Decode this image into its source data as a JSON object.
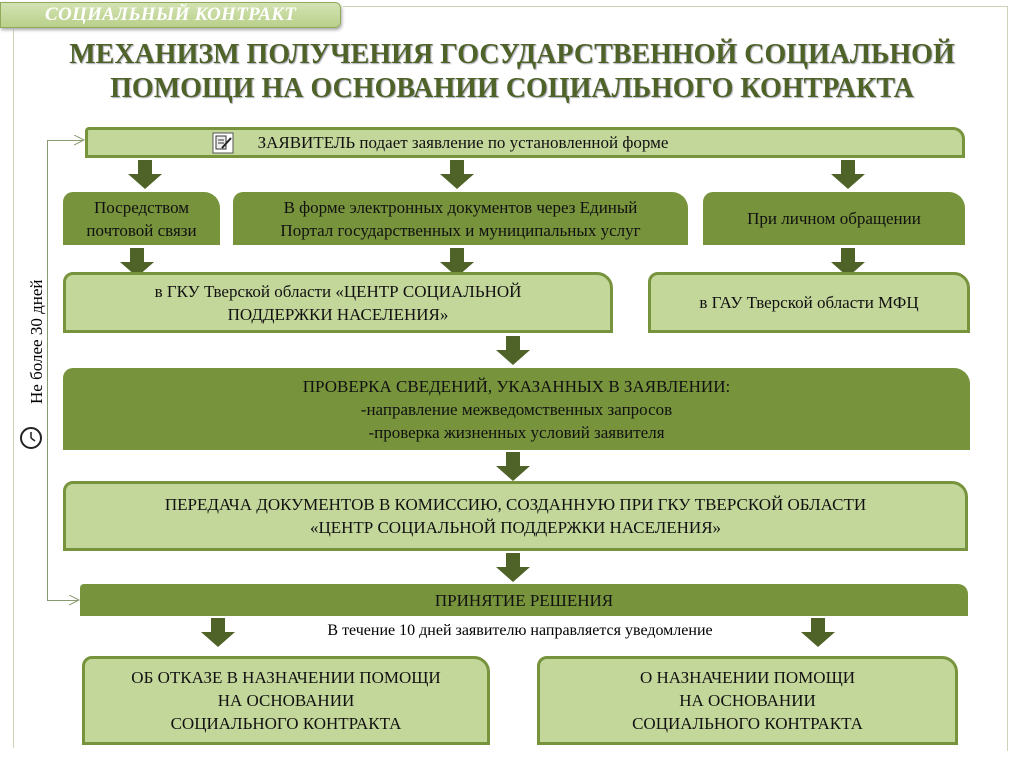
{
  "tab": "СОЦИАЛЬНЫЙ КОНТРАКТ",
  "title": {
    "line1": "МЕХАНИЗМ ПОЛУЧЕНИЯ ГОСУДАРСТВЕННОЙ СОЦИАЛЬНОЙ",
    "line2": "ПОМОЩИ НА ОСНОВАНИИ СОЦИАЛЬНОГО КОНТРАКТА"
  },
  "applicant": "ЗАЯВИТЕЛЬ подает заявление по установленной форме",
  "channels": [
    {
      "l1": "Посредством",
      "l2": "почтовой связи"
    },
    {
      "l1": "В форме электронных документов через Единый",
      "l2": "Портал государственных и муниципальных услуг"
    },
    {
      "l1": "При личном обращении",
      "l2": ""
    }
  ],
  "receivers": [
    {
      "l1": "в ГКУ Тверской области «ЦЕНТР СОЦИАЛЬНОЙ",
      "l2": "ПОДДЕРЖКИ НАСЕЛЕНИЯ»"
    },
    {
      "l1": "в ГАУ Тверской области МФЦ",
      "l2": ""
    }
  ],
  "check": {
    "l1": "ПРОВЕРКА СВЕДЕНИЙ, УКАЗАННЫХ В ЗАЯВЛЕНИИ:",
    "l2": "-направление межведомственных запросов",
    "l3": "-проверка жизненных условий заявителя"
  },
  "transfer": {
    "l1": "ПЕРЕДАЧА ДОКУМЕНТОВ В КОМИССИЮ, СОЗДАННУЮ ПРИ ГКУ ТВЕРСКОЙ ОБЛАСТИ",
    "l2": "«ЦЕНТР СОЦИАЛЬНОЙ ПОДДЕРЖКИ НАСЕЛЕНИЯ»"
  },
  "decision": "ПРИНЯТИЕ РЕШЕНИЯ",
  "notice": "В течение 10 дней заявителю направляется уведомление",
  "outcomes": [
    {
      "l1": "ОБ ОТКАЗЕ В НАЗНАЧЕНИИ ПОМОЩИ",
      "l2": "НА ОСНОВАНИИ",
      "l3": "СОЦИАЛЬНОГО КОНТРАКТА"
    },
    {
      "l1": "О НАЗНАЧЕНИИ ПОМОЩИ",
      "l2": "НА ОСНОВАНИИ",
      "l3": "СОЦИАЛЬНОГО КОНТРАКТА"
    }
  ],
  "deadline": "Не более 30 дней",
  "colors": {
    "light": "#c4d79b",
    "dark": "#77933c",
    "arrow": "#4f6228"
  }
}
